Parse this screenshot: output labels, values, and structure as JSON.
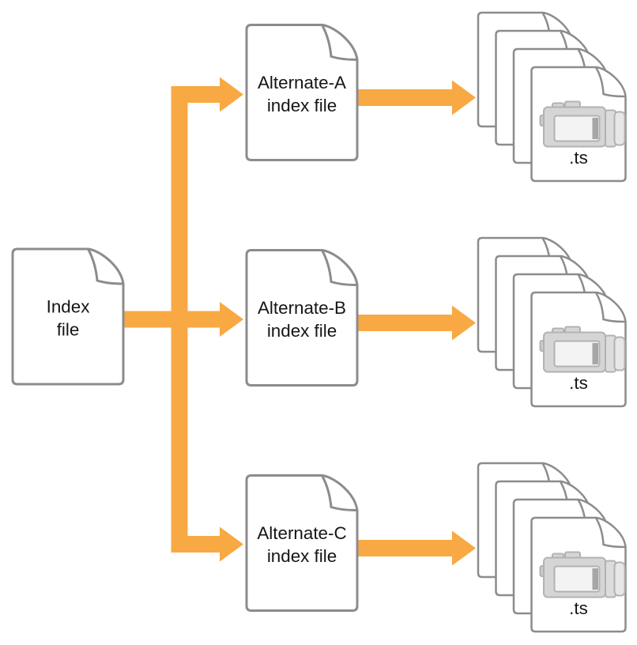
{
  "colors": {
    "accent": "#F8A943",
    "doc_border": "#8C8C8C",
    "text_color": "#151515",
    "camera_body": "#D5D5D5",
    "camera_stroke": "#B2B2B2",
    "camera_screen": "#F3F3F3",
    "camera_strip": "#A6A6A6",
    "camera_hood": "#E7E7E7"
  },
  "index_file": {
    "line1": "Index",
    "line2": "file"
  },
  "alternates": [
    {
      "line1": "Alternate-A",
      "line2": "index file"
    },
    {
      "line1": "Alternate-B",
      "line2": "index file"
    },
    {
      "line1": "Alternate-C",
      "line2": "index file"
    }
  ],
  "stacks": [
    {
      "label": ".ts",
      "file_count": 4,
      "icon": "video-camera-icon"
    },
    {
      "label": ".ts",
      "file_count": 4,
      "icon": "video-camera-icon"
    },
    {
      "label": ".ts",
      "file_count": 4,
      "icon": "video-camera-icon"
    }
  ]
}
